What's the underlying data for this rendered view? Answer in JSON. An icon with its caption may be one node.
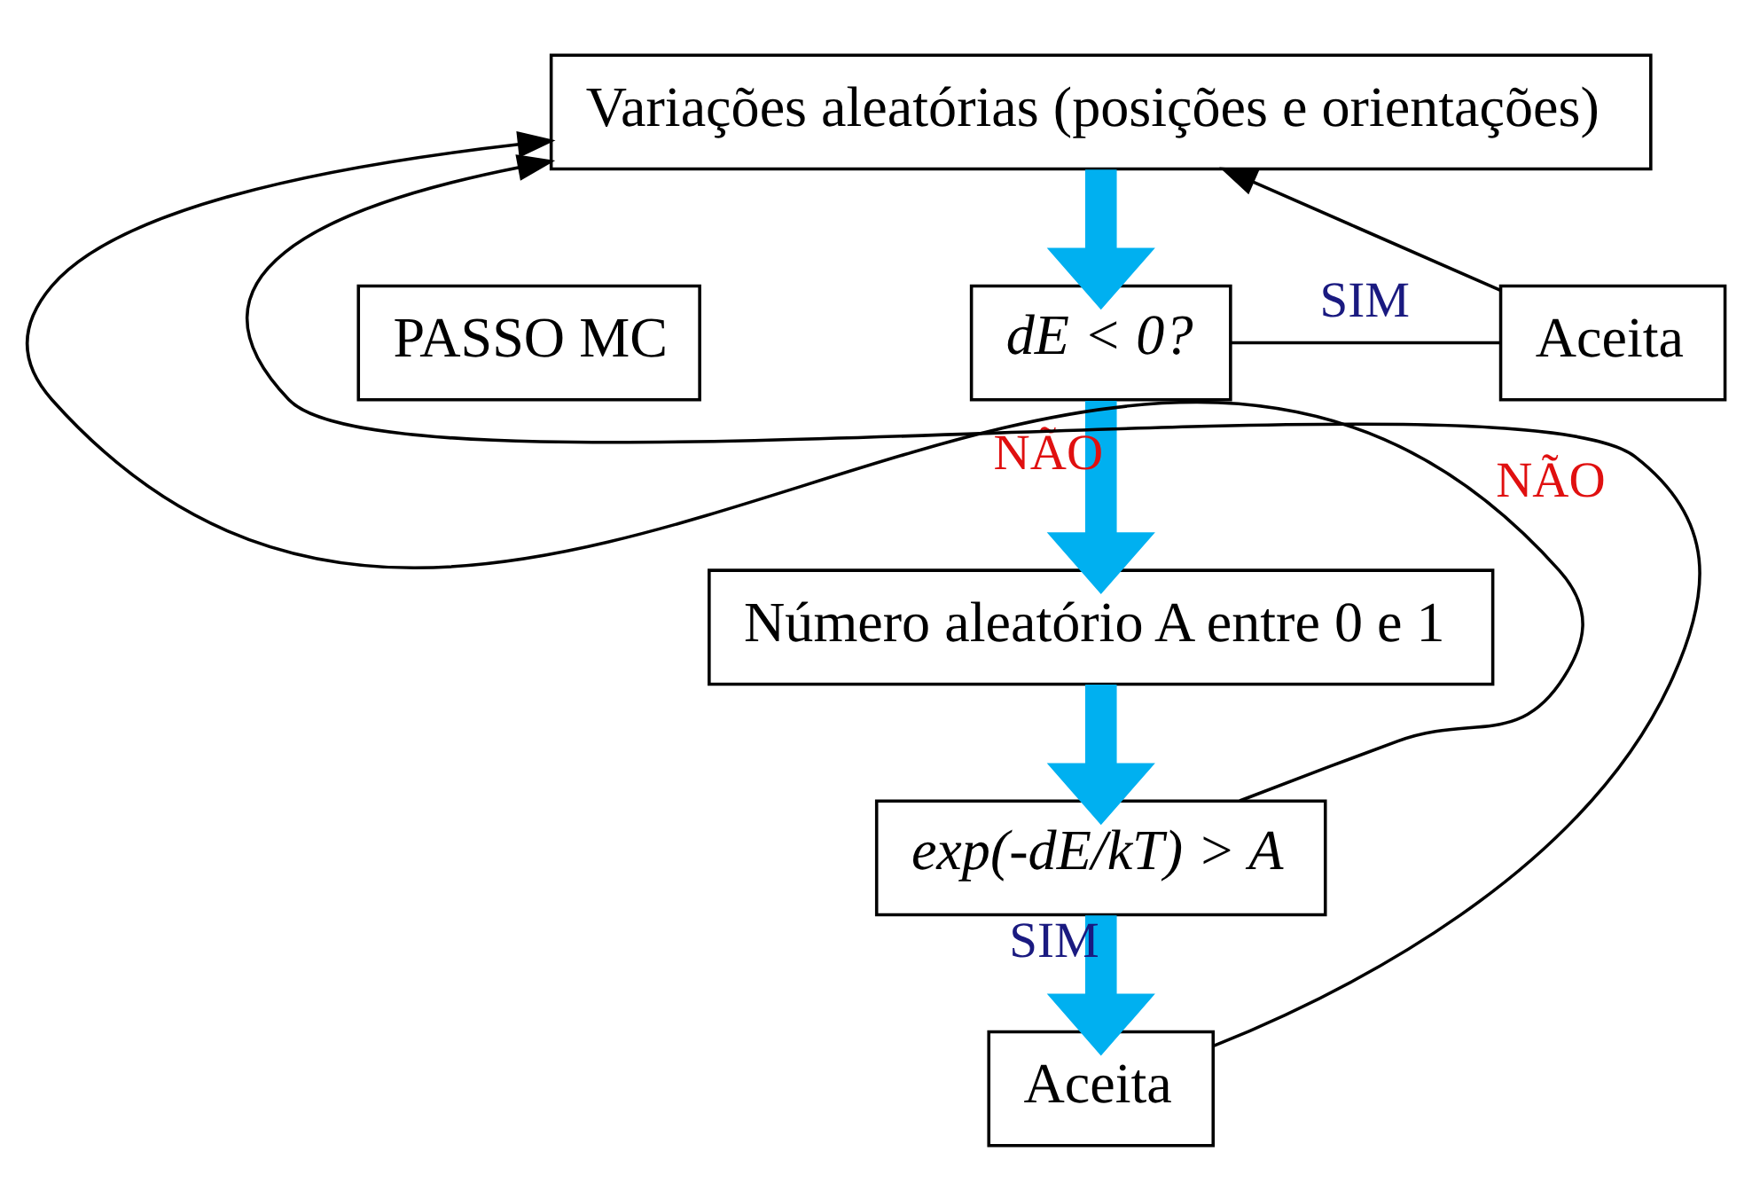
{
  "diagram": {
    "nodes": [
      {
        "text": [
          "Variações aleatórias (posições e orientações)"
        ]
      },
      {
        "text": [
          "PASSO MC"
        ]
      },
      {
        "text": [
          "dE < 0?"
        ]
      },
      {
        "text": [
          "Aceita"
        ]
      },
      {
        "text": [
          "Número aleatório A entre 0 e 1"
        ]
      },
      {
        "text": [
          "exp(-dE/kT) > A"
        ]
      },
      {
        "text": [
          "Aceita"
        ]
      }
    ],
    "edges": [
      {
        "from": 0,
        "to": 2,
        "arrow": "to",
        "style": "thick",
        "color": "#00b0f0"
      },
      {
        "from": 2,
        "to": 3,
        "arrow": "none",
        "label": "SIM",
        "color": "#000000"
      },
      {
        "from": 3,
        "to": 0,
        "arrow": "to",
        "color": "#000000"
      },
      {
        "from": 2,
        "to": 4,
        "arrow": "to",
        "label": "NÃO",
        "style": "thick",
        "color": "#00b0f0"
      },
      {
        "from": 4,
        "to": 5,
        "arrow": "to",
        "style": "thick",
        "color": "#00b0f0"
      },
      {
        "from": 5,
        "to": 0,
        "arrow": "to",
        "label": "NÃO",
        "color": "#000000"
      },
      {
        "from": 5,
        "to": 6,
        "arrow": "to",
        "label": "SIM",
        "style": "thick",
        "color": "#00b0f0"
      },
      {
        "from": 6,
        "to": 0,
        "arrow": "to",
        "color": "#000000"
      }
    ]
  }
}
